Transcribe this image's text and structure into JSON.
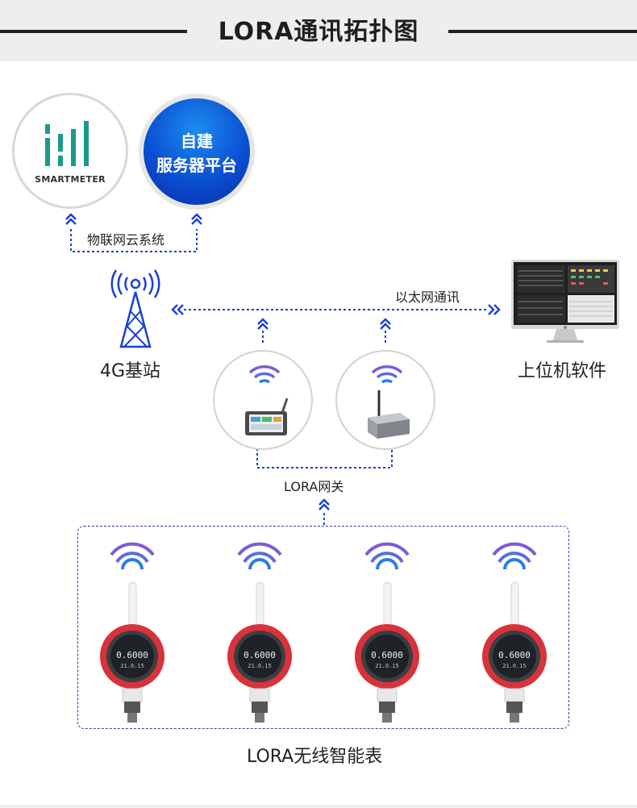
{
  "header": {
    "title": "LORA通讯拓扑图"
  },
  "cloud": {
    "logo_text": "SMARTMETER",
    "server_line1": "自建",
    "server_line2": "服务器平台",
    "link_label": "物联网云系统"
  },
  "base_station": {
    "label": "4G基站"
  },
  "ethernet": {
    "label": "以太网通讯"
  },
  "pc": {
    "label": "上位机软件"
  },
  "gateway": {
    "label": "LORA网关"
  },
  "meters": {
    "label": "LORA无线智能表",
    "items": [
      {
        "reading": "0.6000",
        "sub": "21.0.15"
      },
      {
        "reading": "0.6000",
        "sub": "21.0.15"
      },
      {
        "reading": "0.6000",
        "sub": "21.0.15"
      },
      {
        "reading": "0.6000",
        "sub": "21.0.15"
      }
    ]
  },
  "colors": {
    "accent_blue": "#1a3fd6",
    "dashed_line": "#3b3fa6",
    "logo_teal": "#1a9a8c",
    "meter_red": "#d9323a",
    "wifi_purple": "#7b5cd6",
    "wifi_blue": "#2a7be8"
  }
}
